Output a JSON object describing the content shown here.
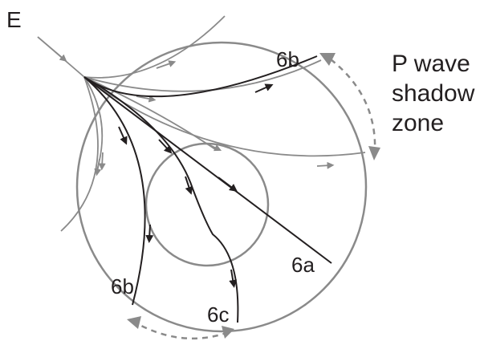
{
  "labels": {
    "source": "E",
    "ray_6b_top": "6b",
    "ray_6b_bottom": "6b",
    "ray_6a": "6a",
    "ray_6c": "6c"
  },
  "shadow_zone": {
    "line1": "P wave",
    "line2": "shadow",
    "line3": "zone"
  },
  "colors": {
    "grey_ray": "#8a8a8a",
    "black_ray": "#231f20",
    "circle": "#8a8a8a"
  }
}
